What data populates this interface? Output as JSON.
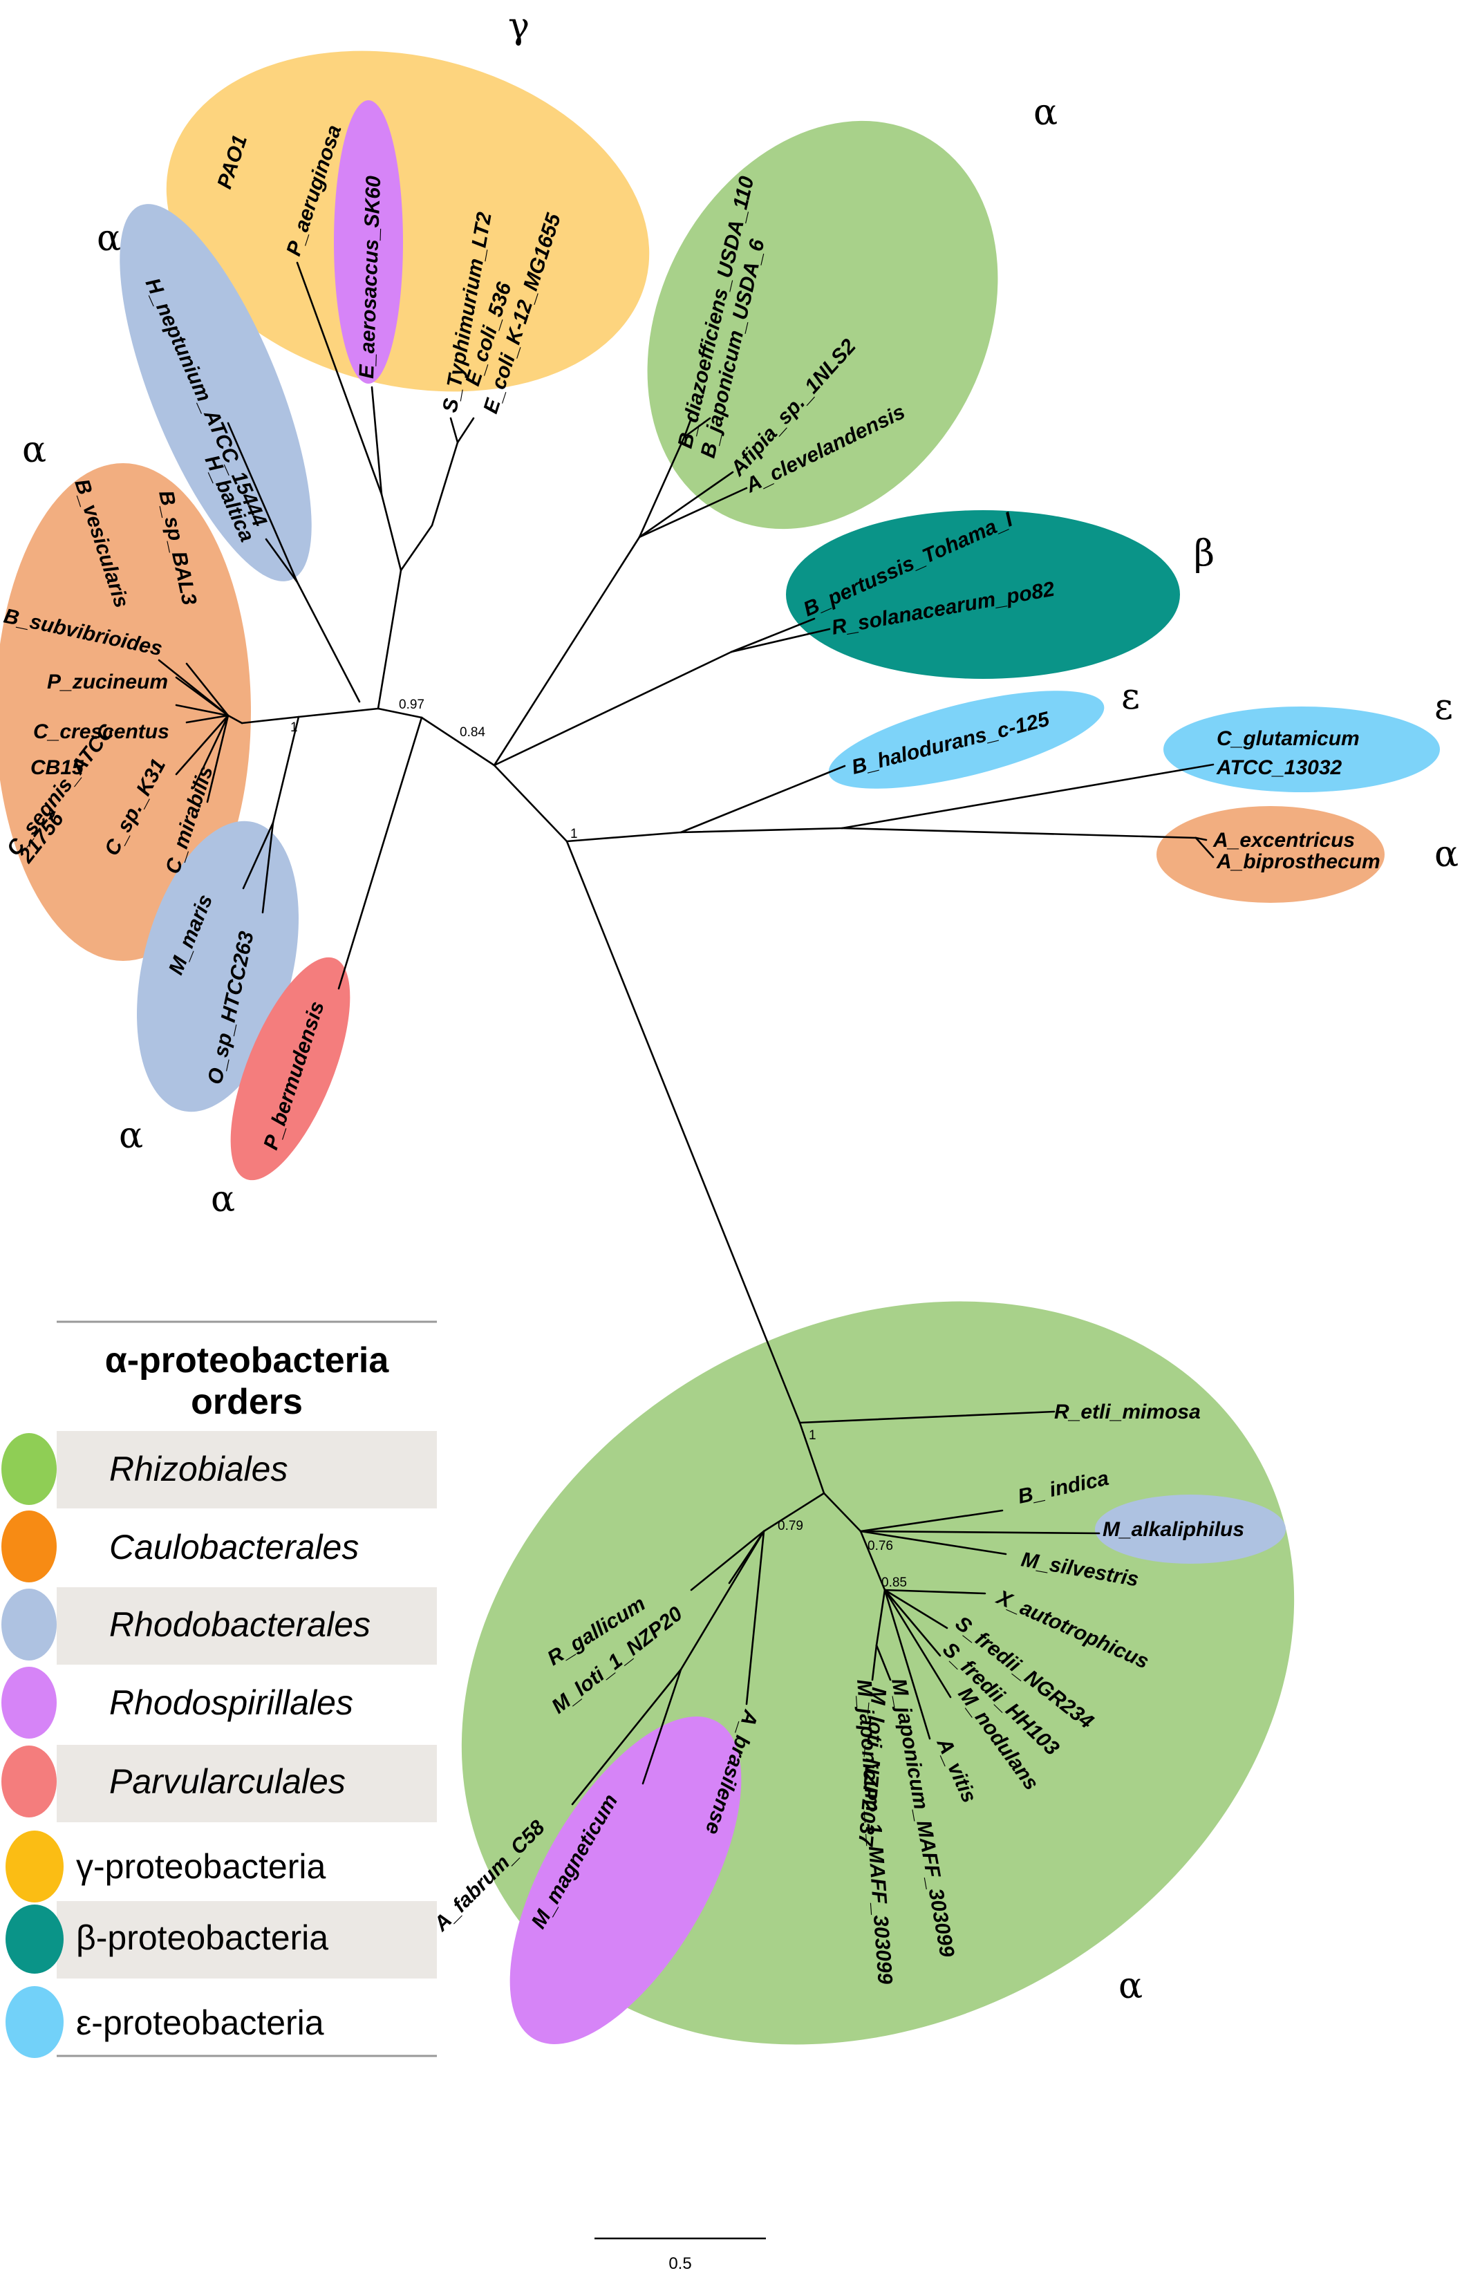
{
  "colors": {
    "rhizobiales": "#a8d18a",
    "caulobacterales": "#f2ae80",
    "rhodobacterales": "#aec2e1",
    "rhodospirillales": "#d684f7",
    "parvularculales": "#f47d7d",
    "gamma": "#fdd47e",
    "beta": "#0a9488",
    "epsilon": "#7dd3f9",
    "legend_rhizobiales": "#8fce55",
    "legend_caulobacterales": "#f78b14",
    "legend_gamma": "#fbbd14",
    "legend_epsilon": "#72d1f9",
    "legend_band": "#ebe8e4"
  },
  "clade_labels": {
    "gamma": "γ",
    "alpha": "α",
    "beta": "β",
    "epsilon": "ε"
  },
  "taxa": {
    "p_aeruginosa": "P_aeruginosa",
    "pao1": "PAO1",
    "e_aerosaccus": "E_aerosaccus_SK60",
    "s_typhimurium": "S_Typhimurium_LT2",
    "e_coli_536": "E_coli_536",
    "e_coli_k12": "E_coli_K-12_MG1655",
    "h_neptunium": "H_neptunium_ATCC_15444",
    "h_baltica": "H_baltica",
    "b_diazoefficiens": "B_diazoefficiens_USDA_110",
    "b_japonicum": "B_japonicum_USDA_6",
    "afipia": "Afipia_sp._1NLS2",
    "a_clevelandensis": "A_clevelandensis",
    "b_vesicularis": "B_vesicularis",
    "b_sp_bal3": "B_sp_BAL3",
    "b_subvibrioides": "B_subvibrioides",
    "p_zucineum": "P_zucineum",
    "c_crescentus": "C_crescentus",
    "cb15": "CB15",
    "c_segnis": "C_segnis_ATCC",
    "c_segnis_num": "21756",
    "c_sp_k31": "C_sp._K31",
    "c_mirabilis": "C_mirabilis",
    "b_pertussis": "B_pertussis_Tohama_I",
    "r_solanacearum": "R_solanacearum_po82",
    "b_halodurans": "B_halodurans_c-125",
    "c_glutamicum": "C_glutamicum",
    "atcc_13032": "ATCC_13032",
    "a_excentricus": "A_excentricus",
    "a_biprosthecum": "A_biprosthecum",
    "m_maris": "M_maris",
    "o_sp": "O_sp_HTCC263",
    "p_bermudensis": "P_bermudensis",
    "r_etli": "R_etli_mimosa",
    "b_indica": "B_ indica",
    "m_alkaliphilus": "M_alkaliphilus",
    "m_silvestris": "M_silvestris",
    "x_autotrophicus": "X_autotrophicus",
    "r_gallicum": "R_gallicum",
    "m_loti_nzp20": "M_loti_1_NZP20",
    "s_fredii_ngr": "S_fredii_NGR234",
    "s_fredii_hh": "S_fredii_HH103",
    "m_nodulans": "M_nodulans",
    "a_vitis": "A_vitis",
    "m_loti_nzp2037": "M_loti_NZP2037",
    "m_japonicum_maff": "M_japonicum_MAFF_303099",
    "m_japonicum_1_maff": "M_japonicum_1_MAFF_303099",
    "a_brasilense": "A_brasilense",
    "m_magneticum": "M_magneticum",
    "a_fabrum": "A_fabrum_C58"
  },
  "support": {
    "s097": "0.97",
    "s084": "0.84",
    "s1_left": "1",
    "s1_center": "1",
    "s1_bottom": "1",
    "s079": "0.79",
    "s076": "0.76",
    "s085": "0.85"
  },
  "legend": {
    "title_line1": "α-proteobacteria",
    "title_line2": "orders",
    "rhizobiales": "Rhizobiales",
    "caulobacterales": "Caulobacterales",
    "rhodobacterales": "Rhodobacterales",
    "rhodospirillales": "Rhodospirillales",
    "parvularculales": "Parvularculales",
    "gamma": "γ-proteobacteria",
    "beta": "β-proteobacteria",
    "epsilon": "ε-proteobacteria"
  },
  "scale_bar": {
    "label": "0.5"
  }
}
